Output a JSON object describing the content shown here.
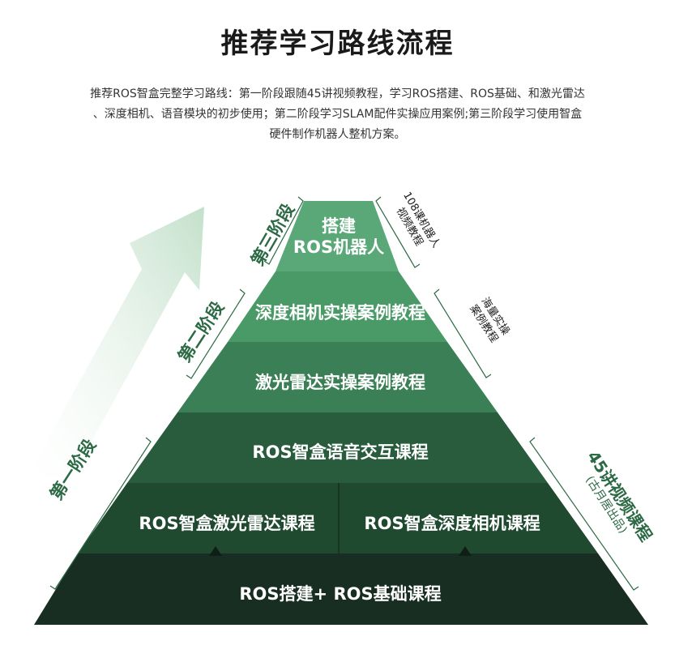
{
  "title": "推荐学习路线流程",
  "description": [
    "推荐ROS智盒完整学习路线：第一阶段跟随45讲视频教程，学习ROS搭建、ROS基础、和激光雷达",
    "、深度相机、语音模块的初步使用；第二阶段学习SLAM配件实操应用案例;第三阶段学习使用智盒",
    "硬件制作机器人整机方案。"
  ],
  "pyramid": {
    "levels": [
      {
        "label": "搭建",
        "label2": "ROS机器人",
        "color": "#5aa877"
      },
      {
        "label": "深度相机实操案例教程",
        "color": "#4a9a68"
      },
      {
        "label": "激光雷达实操案例教程",
        "color": "#3a7f55"
      },
      {
        "label": "ROS智盒语音交互课程",
        "color": "#285c3d"
      },
      {
        "left": "ROS智盒激光雷达课程",
        "right": "ROS智盒深度相机课程",
        "color": "#1f4a30"
      },
      {
        "label": "ROS搭建+ ROS基础课程",
        "color": "#182e22"
      }
    ]
  },
  "stages": {
    "stage1": "第一阶段",
    "stage2": "第二阶段",
    "stage3": "第三阶段"
  },
  "side_notes": {
    "top_right_line1": "108课机器人",
    "top_right_line2": "视频教程",
    "mid_right_line1": "海量实操",
    "mid_right_line2": "案例教程",
    "bottom_right_main": "45讲视频课程",
    "bottom_right_sub": "(古月居出品)"
  },
  "colors": {
    "arrow": "#cfe6d4",
    "stage_text": "#2c6a45",
    "bracket": "#2c6a45"
  }
}
